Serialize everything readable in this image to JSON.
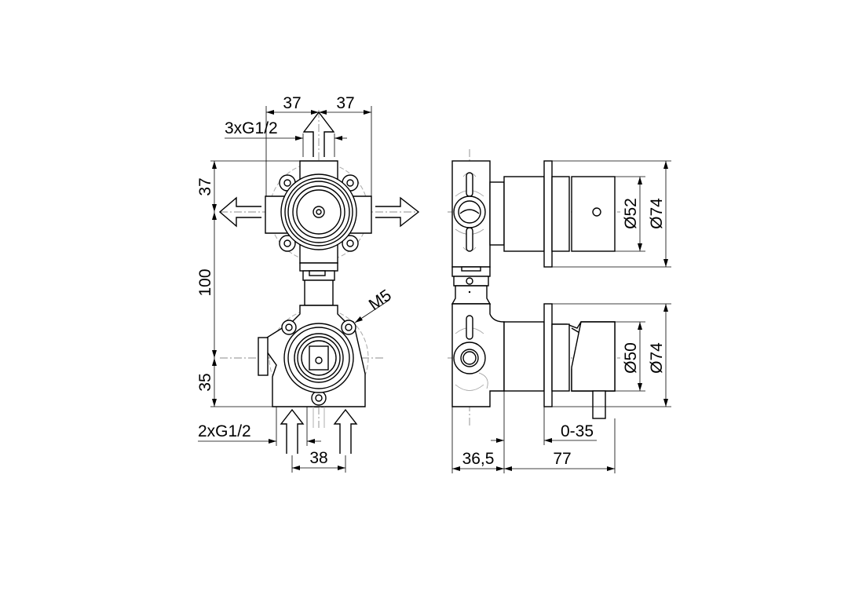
{
  "drawing": {
    "front_view": {
      "dim_top_left": "37",
      "dim_top_right": "37",
      "outlet_thread": "3xG1/2",
      "dim_vertical_top": "37",
      "dim_vertical_middle": "100",
      "dim_vertical_bottom": "35",
      "mount_screw": "M5",
      "inlet_thread": "2xG1/2",
      "dim_inlet_spacing": "38"
    },
    "side_view": {
      "dia_upper_knob": "Ø52",
      "dia_upper_flange": "Ø74",
      "dia_lower_knob": "Ø50",
      "dia_lower_flange": "Ø74",
      "dim_adjust_range": "0-35",
      "dim_body_depth": "36,5",
      "dim_trim_depth": "77"
    }
  }
}
